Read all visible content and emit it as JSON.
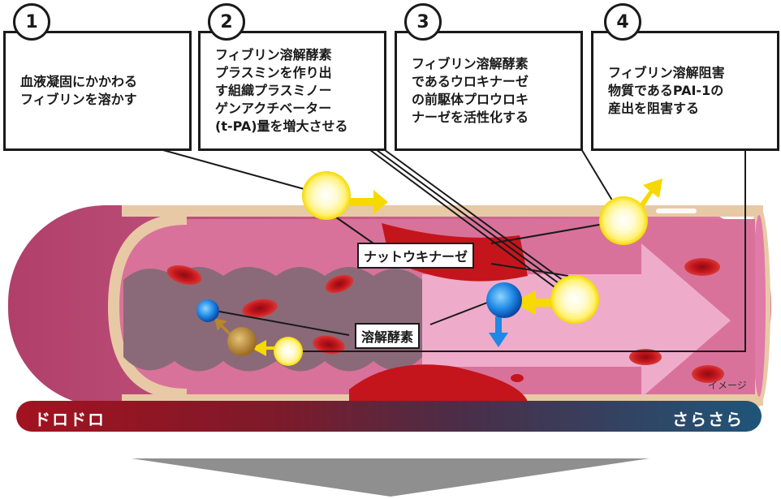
{
  "callouts": [
    {
      "number": "1",
      "text": "血液凝固にかかわる\nフィブリンを溶かす"
    },
    {
      "number": "2",
      "text": "フィブリン溶解酵素\nプラスミンを作り出\nす組織プラスミノー\nゲンアクチベーター\n(t-PA)量を増大させる"
    },
    {
      "number": "3",
      "text": "フィブリン溶解酵素\nであるウロキナーゼ\nの前駆体プロウロキ\nナーゼを活性化する"
    },
    {
      "number": "4",
      "text": "フィブリン溶解阻害\n物質であるPAI-1の\n産出を阻害する"
    }
  ],
  "labels": {
    "nattokinase": "ナットウキナーゼ",
    "enzyme": "溶解酵素",
    "image_note": "イメージ"
  },
  "gradient_bar": {
    "left": "ドロドロ",
    "right": "さらさら"
  },
  "colors": {
    "vessel_wall": "#e8c9a6",
    "vessel_inner": "#d9729a",
    "clot": "#8a6a78",
    "red_blood_cell": "#c4151c",
    "nattokinase_glow": "#fff176",
    "enzyme_blue": "#1e88e5",
    "enzyme_brown": "#b8862e",
    "bar_left": "#a3121f",
    "bar_right": "#1f5578"
  }
}
